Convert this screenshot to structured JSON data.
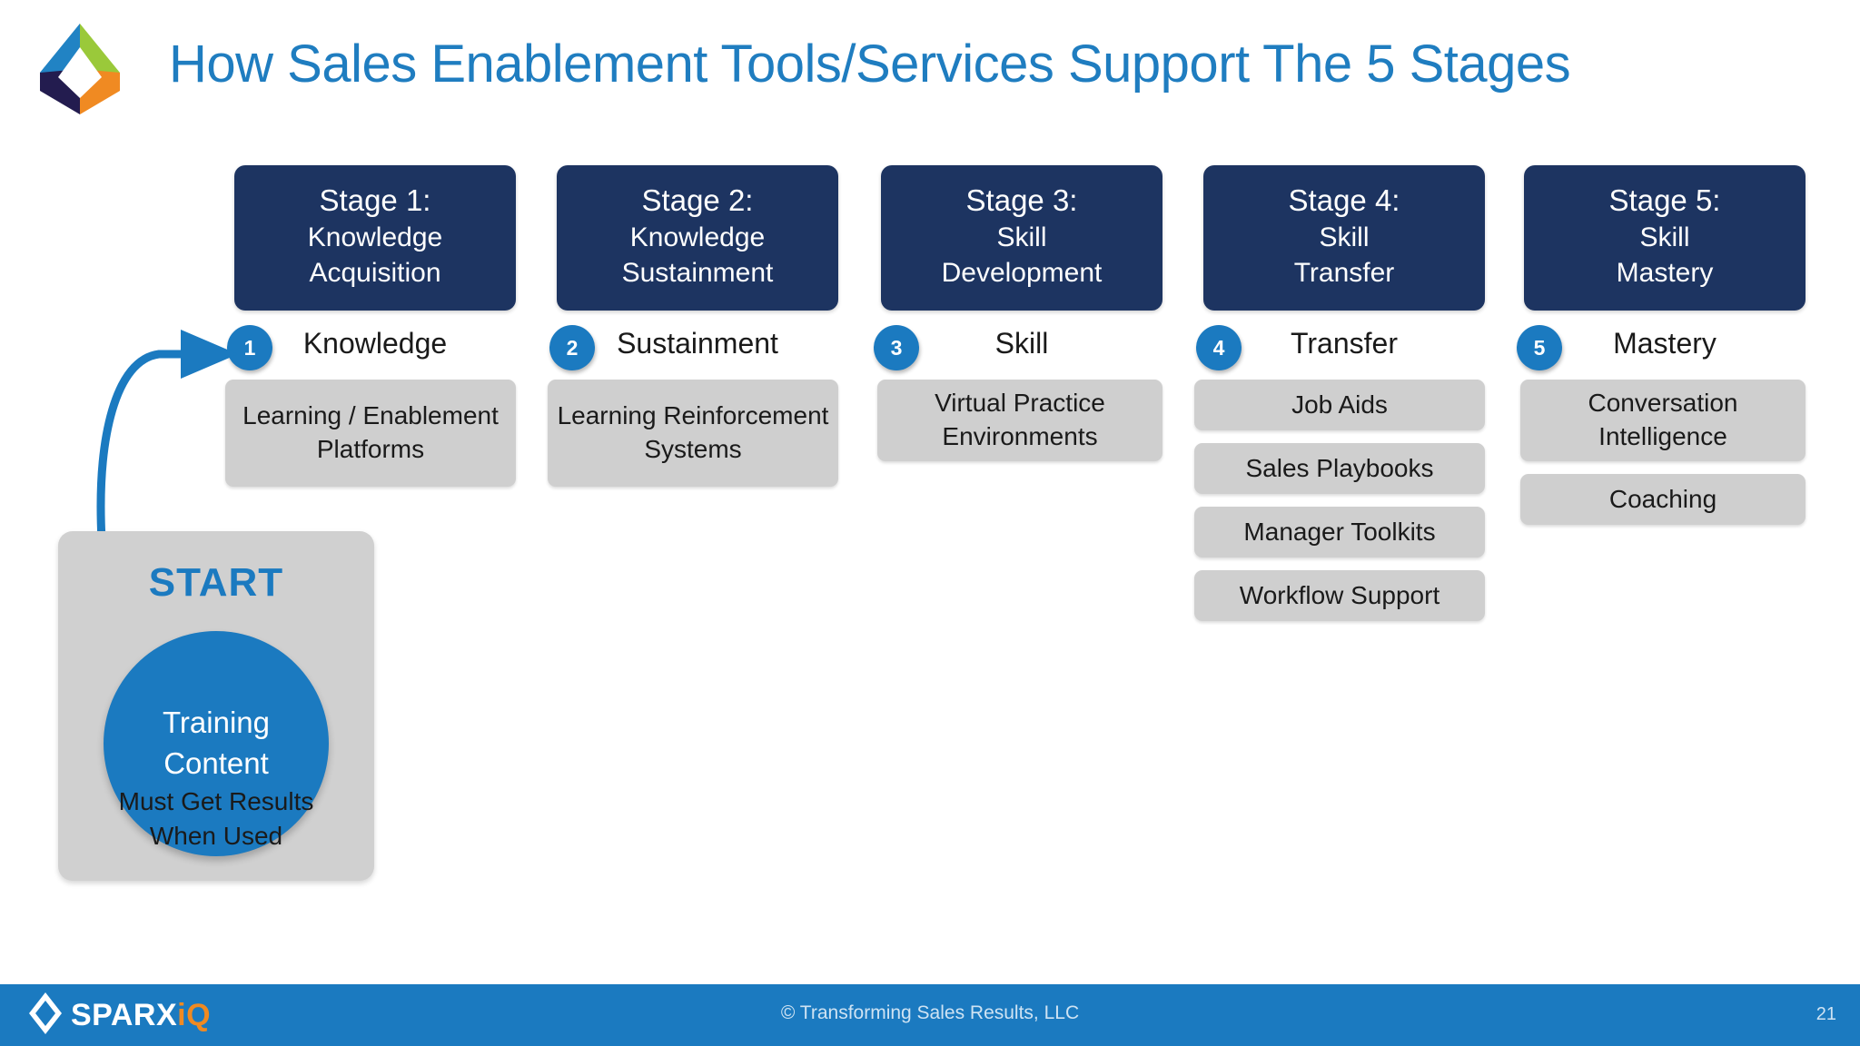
{
  "header": {
    "title": "How Sales Enablement Tools/Services Support The 5 Stages",
    "logo_name": "sparxiq-diamond-logo",
    "title_color": "#1f7dc0"
  },
  "colors": {
    "navy": "#1d3461",
    "blue": "#1b7ac0",
    "grey_box": "#cfcfcf",
    "orange": "#f08a22",
    "green": "#9ac93a",
    "dark_navy": "#231c4f"
  },
  "stages": [
    {
      "number": "1",
      "header_line1": "Stage 1:",
      "header_line2": "Knowledge",
      "header_line3": "Acquisition",
      "short_label": "Knowledge",
      "items": [
        "Learning / Enablement Platforms"
      ]
    },
    {
      "number": "2",
      "header_line1": "Stage 2:",
      "header_line2": "Knowledge",
      "header_line3": "Sustainment",
      "short_label": "Sustainment",
      "items": [
        "Learning Reinforcement Systems"
      ]
    },
    {
      "number": "3",
      "header_line1": "Stage 3:",
      "header_line2": "Skill",
      "header_line3": "Development",
      "short_label": "Skill",
      "items": [
        "Virtual Practice Environments"
      ]
    },
    {
      "number": "4",
      "header_line1": "Stage 4:",
      "header_line2": "Skill",
      "header_line3": "Transfer",
      "short_label": "Transfer",
      "items": [
        "Job Aids",
        "Sales Playbooks",
        "Manager Toolkits",
        "Workflow Support"
      ]
    },
    {
      "number": "5",
      "header_line1": "Stage 5:",
      "header_line2": "Skill",
      "header_line3": "Mastery",
      "short_label": "Mastery",
      "items": [
        "Conversation Intelligence",
        "Coaching"
      ]
    }
  ],
  "start_panel": {
    "label": "START",
    "circle_line1": "Training",
    "circle_line2": "Content",
    "caption_line1": "Must Get Results",
    "caption_line2": "When Used",
    "arrow_name": "start-to-stage1-arrow"
  },
  "footer": {
    "wordmark_main": "SPARX",
    "wordmark_accent": "iQ",
    "copyright": "© Transforming Sales Results, LLC",
    "page_number": "21"
  }
}
